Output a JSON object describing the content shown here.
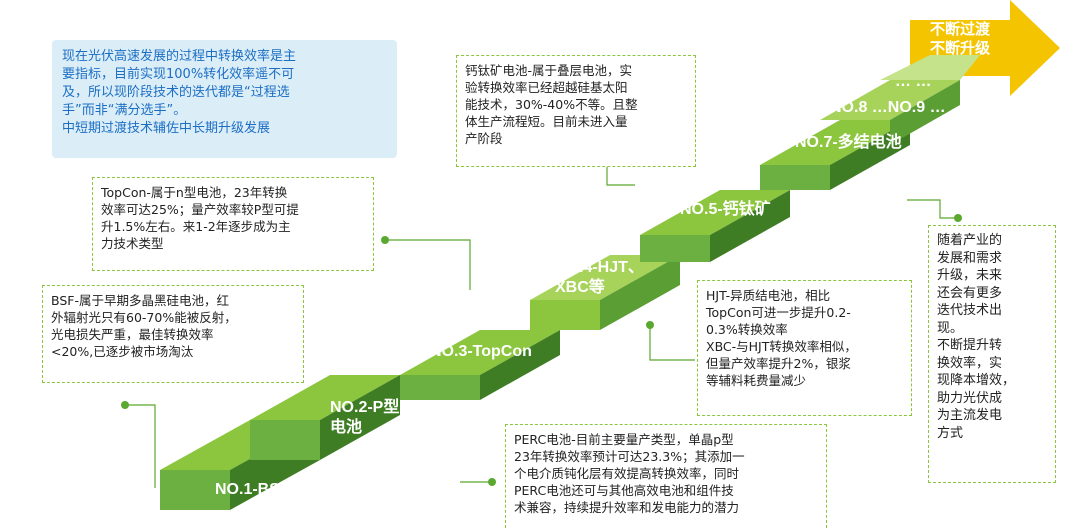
{
  "intro_note": {
    "lines": [
      "现在光伏高速发展的过程中转换效率是主",
      "要指标，目前实现100%转化效率遥不可",
      "及，所以现阶段技术的迭代都是“过程选",
      "手”而非“满分选手”。",
      "中短期过渡技术辅佐中长期升级发展"
    ]
  },
  "arrow_label": {
    "lines": [
      "不断过渡",
      "不断升级"
    ]
  },
  "steps": [
    {
      "label": "NO.1-BSF"
    },
    {
      "label": "NO.2-P型\n电池"
    },
    {
      "label": "NO.3-TopCon"
    },
    {
      "label": "NO.4-HJT、\nXBC等"
    },
    {
      "label": "NO.5-钙钛矿"
    },
    {
      "label": "NO.7-多结电池"
    },
    {
      "label": "NO.8 …NO.9 …"
    },
    {
      "label": "… …"
    }
  ],
  "descriptions": {
    "bsf": [
      "BSF-属于早期多晶黑硅电池，红",
      "外辐射光只有60-70%能被反射，",
      "光电损失严重，最佳转换效率",
      "<20%,已逐步被市场淘汰"
    ],
    "topcon": [
      "TopCon-属于n型电池，23年转换",
      "效率可达25%；量产效率较P型可提",
      "升1.5%左右。来1-2年逐步成为主",
      "力技术类型"
    ],
    "perovskite": [
      "钙钛矿电池-属于叠层电池，实",
      "验转换效率已经超越硅基太阳",
      "能技术，30%-40%不等。且整",
      "体生产流程短。目前未进入量",
      "产阶段"
    ],
    "hjt": [
      "HJT-异质结电池，相比",
      "TopCon可进一步提升0.2-",
      "0.3%转换效率",
      "XBC-与HJT转换效率相似，",
      "但量产效率提升2%，银浆",
      "等辅料耗费量减少"
    ],
    "perc": [
      "PERC电池-目前主要量产类型，单晶p型",
      "23年转换效率预计可达23.3%；其添加一",
      "个电介质钝化层有效提高转换效率，同时",
      "PERC电池还可与其他高效电池和组件技",
      "术兼容，持续提升效率和发电能力的潜力"
    ],
    "future": [
      "随着产业的",
      "发展和需求",
      "升级，未来",
      "还会有更多",
      "迭代技术出",
      "现。",
      "不断提升转",
      "换效率，实",
      "现降本增效，",
      "助力光伏成",
      "为主流发电",
      "方式"
    ]
  },
  "colors": {
    "green_top": "#8cc63f",
    "green_front": "#5a9e34",
    "green_side": "#3f7d24",
    "note_bg": "#dbeef8",
    "note_text": "#1c6ec4",
    "arrow": "#f5c400"
  }
}
